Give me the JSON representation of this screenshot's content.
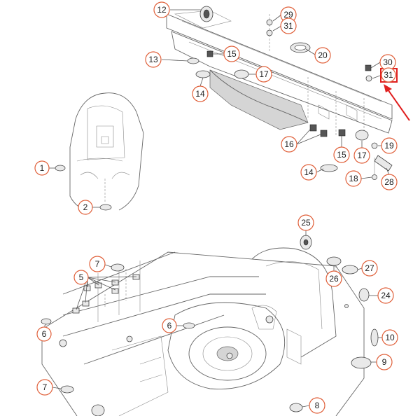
{
  "diagram": {
    "callouts": [
      {
        "id": "c12",
        "label": "12"
      },
      {
        "id": "c29",
        "label": "29"
      },
      {
        "id": "c31a",
        "label": "31"
      },
      {
        "id": "c13",
        "label": "13"
      },
      {
        "id": "c15a",
        "label": "15"
      },
      {
        "id": "c20",
        "label": "20"
      },
      {
        "id": "c17a",
        "label": "17"
      },
      {
        "id": "c14a",
        "label": "14"
      },
      {
        "id": "c30",
        "label": "30"
      },
      {
        "id": "c31b",
        "label": "31"
      },
      {
        "id": "c16",
        "label": "16"
      },
      {
        "id": "c15b",
        "label": "15"
      },
      {
        "id": "c17b",
        "label": "17"
      },
      {
        "id": "c19",
        "label": "19"
      },
      {
        "id": "c14b",
        "label": "14"
      },
      {
        "id": "c18",
        "label": "18"
      },
      {
        "id": "c28",
        "label": "28"
      },
      {
        "id": "c1",
        "label": "1"
      },
      {
        "id": "c2",
        "label": "2"
      },
      {
        "id": "c25",
        "label": "25"
      },
      {
        "id": "c7a",
        "label": "7"
      },
      {
        "id": "c5",
        "label": "5"
      },
      {
        "id": "c26",
        "label": "26"
      },
      {
        "id": "c27",
        "label": "27"
      },
      {
        "id": "c24",
        "label": "24"
      },
      {
        "id": "c6a",
        "label": "6"
      },
      {
        "id": "c6b",
        "label": "6"
      },
      {
        "id": "c10",
        "label": "10"
      },
      {
        "id": "c9",
        "label": "9"
      },
      {
        "id": "c7b",
        "label": "7"
      },
      {
        "id": "c8",
        "label": "8"
      }
    ],
    "highlight_color": "#e02020",
    "callout_color": "#e0603a"
  }
}
